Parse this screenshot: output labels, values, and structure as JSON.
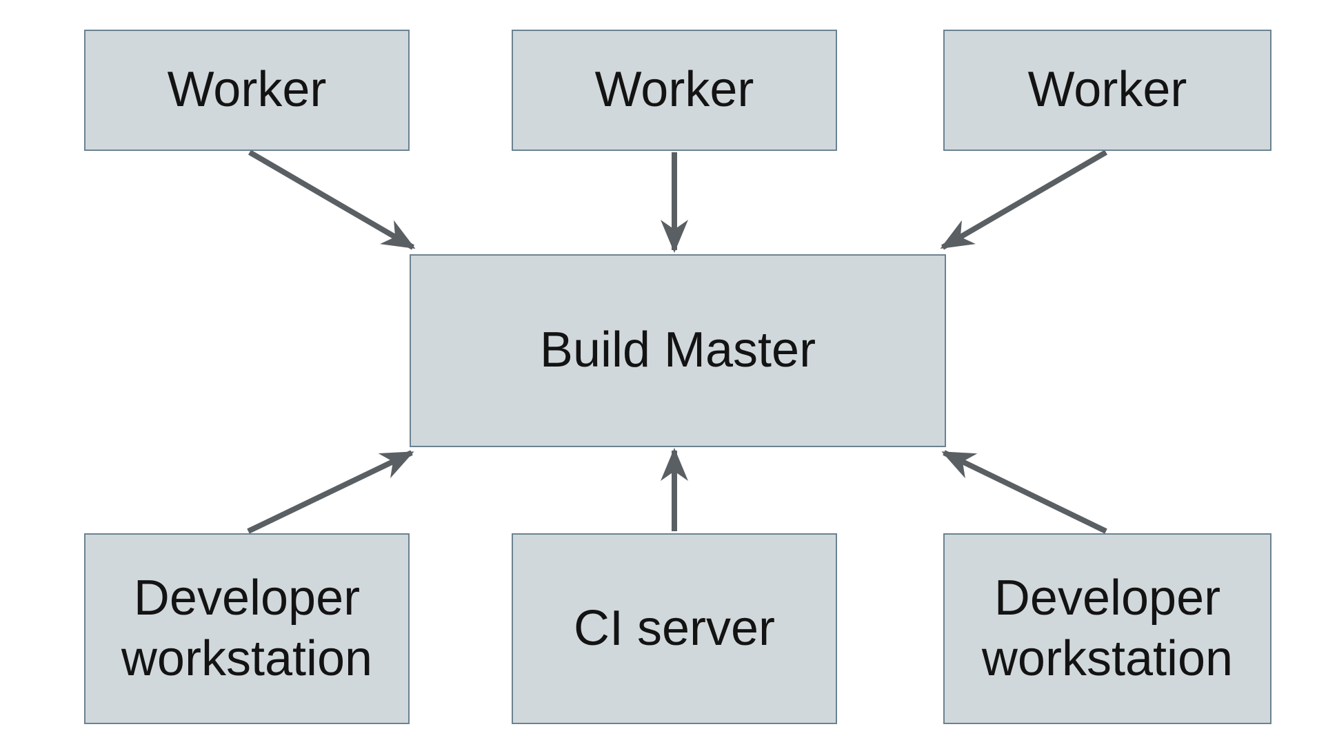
{
  "colors": {
    "background": "#ffffff",
    "node_fill": "#d1d8db",
    "node_border": "#6a8290",
    "arrow": "#5a5f63",
    "text": "#131313"
  },
  "nodes": {
    "worker1": {
      "label": "Worker"
    },
    "worker2": {
      "label": "Worker"
    },
    "worker3": {
      "label": "Worker"
    },
    "build_master": {
      "label": "Build Master"
    },
    "dev_workstation_left": {
      "label": "Developer workstation"
    },
    "ci_server": {
      "label": "CI server"
    },
    "dev_workstation_right": {
      "label": "Developer workstation"
    }
  },
  "edges": [
    {
      "from": "worker1",
      "to": "build_master"
    },
    {
      "from": "worker2",
      "to": "build_master"
    },
    {
      "from": "worker3",
      "to": "build_master"
    },
    {
      "from": "dev_workstation_left",
      "to": "build_master"
    },
    {
      "from": "ci_server",
      "to": "build_master"
    },
    {
      "from": "dev_workstation_right",
      "to": "build_master"
    }
  ]
}
